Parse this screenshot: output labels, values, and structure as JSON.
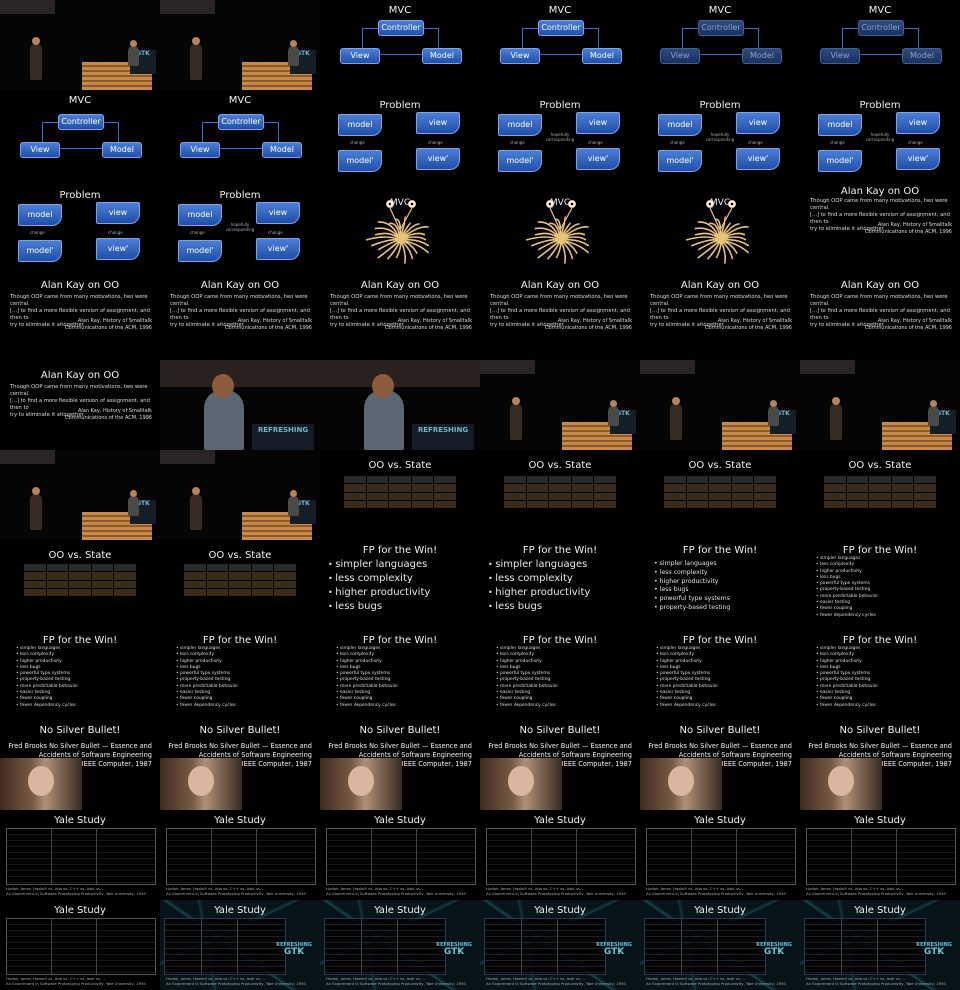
{
  "slides": {
    "mvc": {
      "title": "MVC",
      "controller": "Controller",
      "view": "View",
      "model": "Model"
    },
    "problem": {
      "title": "Problem",
      "model": "model",
      "view": "view",
      "model_prime": "model'",
      "view_prime": "view'",
      "change": "change",
      "hopefully_corresponding": "hopefully corresponding"
    },
    "fsm": {
      "label": "MVC"
    },
    "alan_kay": {
      "title": "Alan Kay on OO",
      "quote_line1": "Though OOP came from many motivations, two were central.",
      "quote_line2": "[...] to find a more flexible version of assignment, and then to",
      "quote_line3": "try to eliminate it altogether.",
      "cite_line1": "Alan Kay, History of Smalltalk",
      "cite_line2": "Communications of the ACM, 1996"
    },
    "stage": {
      "screen_text1": "REFRESHING",
      "screen_text2": "GTK"
    },
    "oo_state": {
      "title": "OO vs. State"
    },
    "fp": {
      "title": "FP for the Win!",
      "big_items": [
        "simpler languages",
        "less complexity",
        "higher productivity",
        "less bugs"
      ],
      "mid_items": [
        "simpler languages",
        "less complexity",
        "higher productivity",
        "less bugs",
        "powerful type systems",
        "property-based testing"
      ],
      "full_items": [
        "simpler languages",
        "less complexity",
        "higher productivity",
        "less bugs",
        "powerful type systems",
        "property-based testing",
        "more predictable behavior",
        "easier testing",
        "fewer coupling",
        "fewer dependency cycles"
      ]
    },
    "brooks": {
      "title": "No Silver Bullet!",
      "line1": "Fred Brooks No Silver Bullet — Essence and",
      "line2": "Accidents of Software Engineering",
      "line3": "IEEE Computer, 1987"
    },
    "yale": {
      "title": "Yale Study",
      "foot1": "Hudak, Jones, Haskell vs. Ada vs. C++ vs. Awk vs. ...",
      "foot2": "An Experiment in Software Prototyping Productivity, Yale University, 1994"
    }
  },
  "colors": {
    "background": "#000000",
    "box_blue": "#2f62c0",
    "desk_wood": "#c78a49",
    "teal": "#5cc6cf"
  }
}
